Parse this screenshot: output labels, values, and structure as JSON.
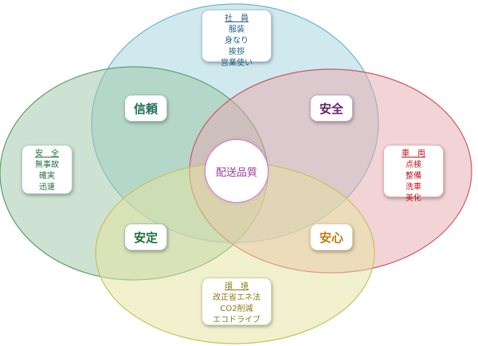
{
  "center": {
    "label": "配送品質"
  },
  "circles": [
    {
      "id": "staff",
      "fill": "#9fd3df",
      "stroke": "#6cb6c8"
    },
    {
      "id": "safety",
      "fill": "#9bc6a5",
      "stroke": "#5f9e6f"
    },
    {
      "id": "vehicle",
      "fill": "#e7a9ae",
      "stroke": "#c85a62"
    },
    {
      "id": "env",
      "fill": "#e6e49e",
      "stroke": "#c7c25a"
    }
  ],
  "staff_box": {
    "title": "社　員",
    "items": [
      "服装",
      "身なり",
      "挨拶",
      "営業使い"
    ],
    "color": "#1f5f7f"
  },
  "safety_box": {
    "title": "安　全",
    "items": [
      "無事故",
      "確実",
      "迅速"
    ],
    "color": "#1f6f45"
  },
  "vehicle_box": {
    "title": "車　両",
    "items": [
      "点検",
      "整備",
      "洗車",
      "美化"
    ],
    "color": "#c0161c"
  },
  "env_box": {
    "title": "環　境",
    "items": [
      "改正省エネ法",
      "CO2削減",
      "エコドライブ"
    ],
    "color": "#8a7a10"
  },
  "chips": {
    "trust": {
      "label": "信頼",
      "color": "#1f6f55"
    },
    "safe": {
      "label": "安全",
      "color": "#6a1f6a"
    },
    "stable": {
      "label": "安定",
      "color": "#1f6f3a"
    },
    "relief": {
      "label": "安心",
      "color": "#c47a10"
    }
  }
}
